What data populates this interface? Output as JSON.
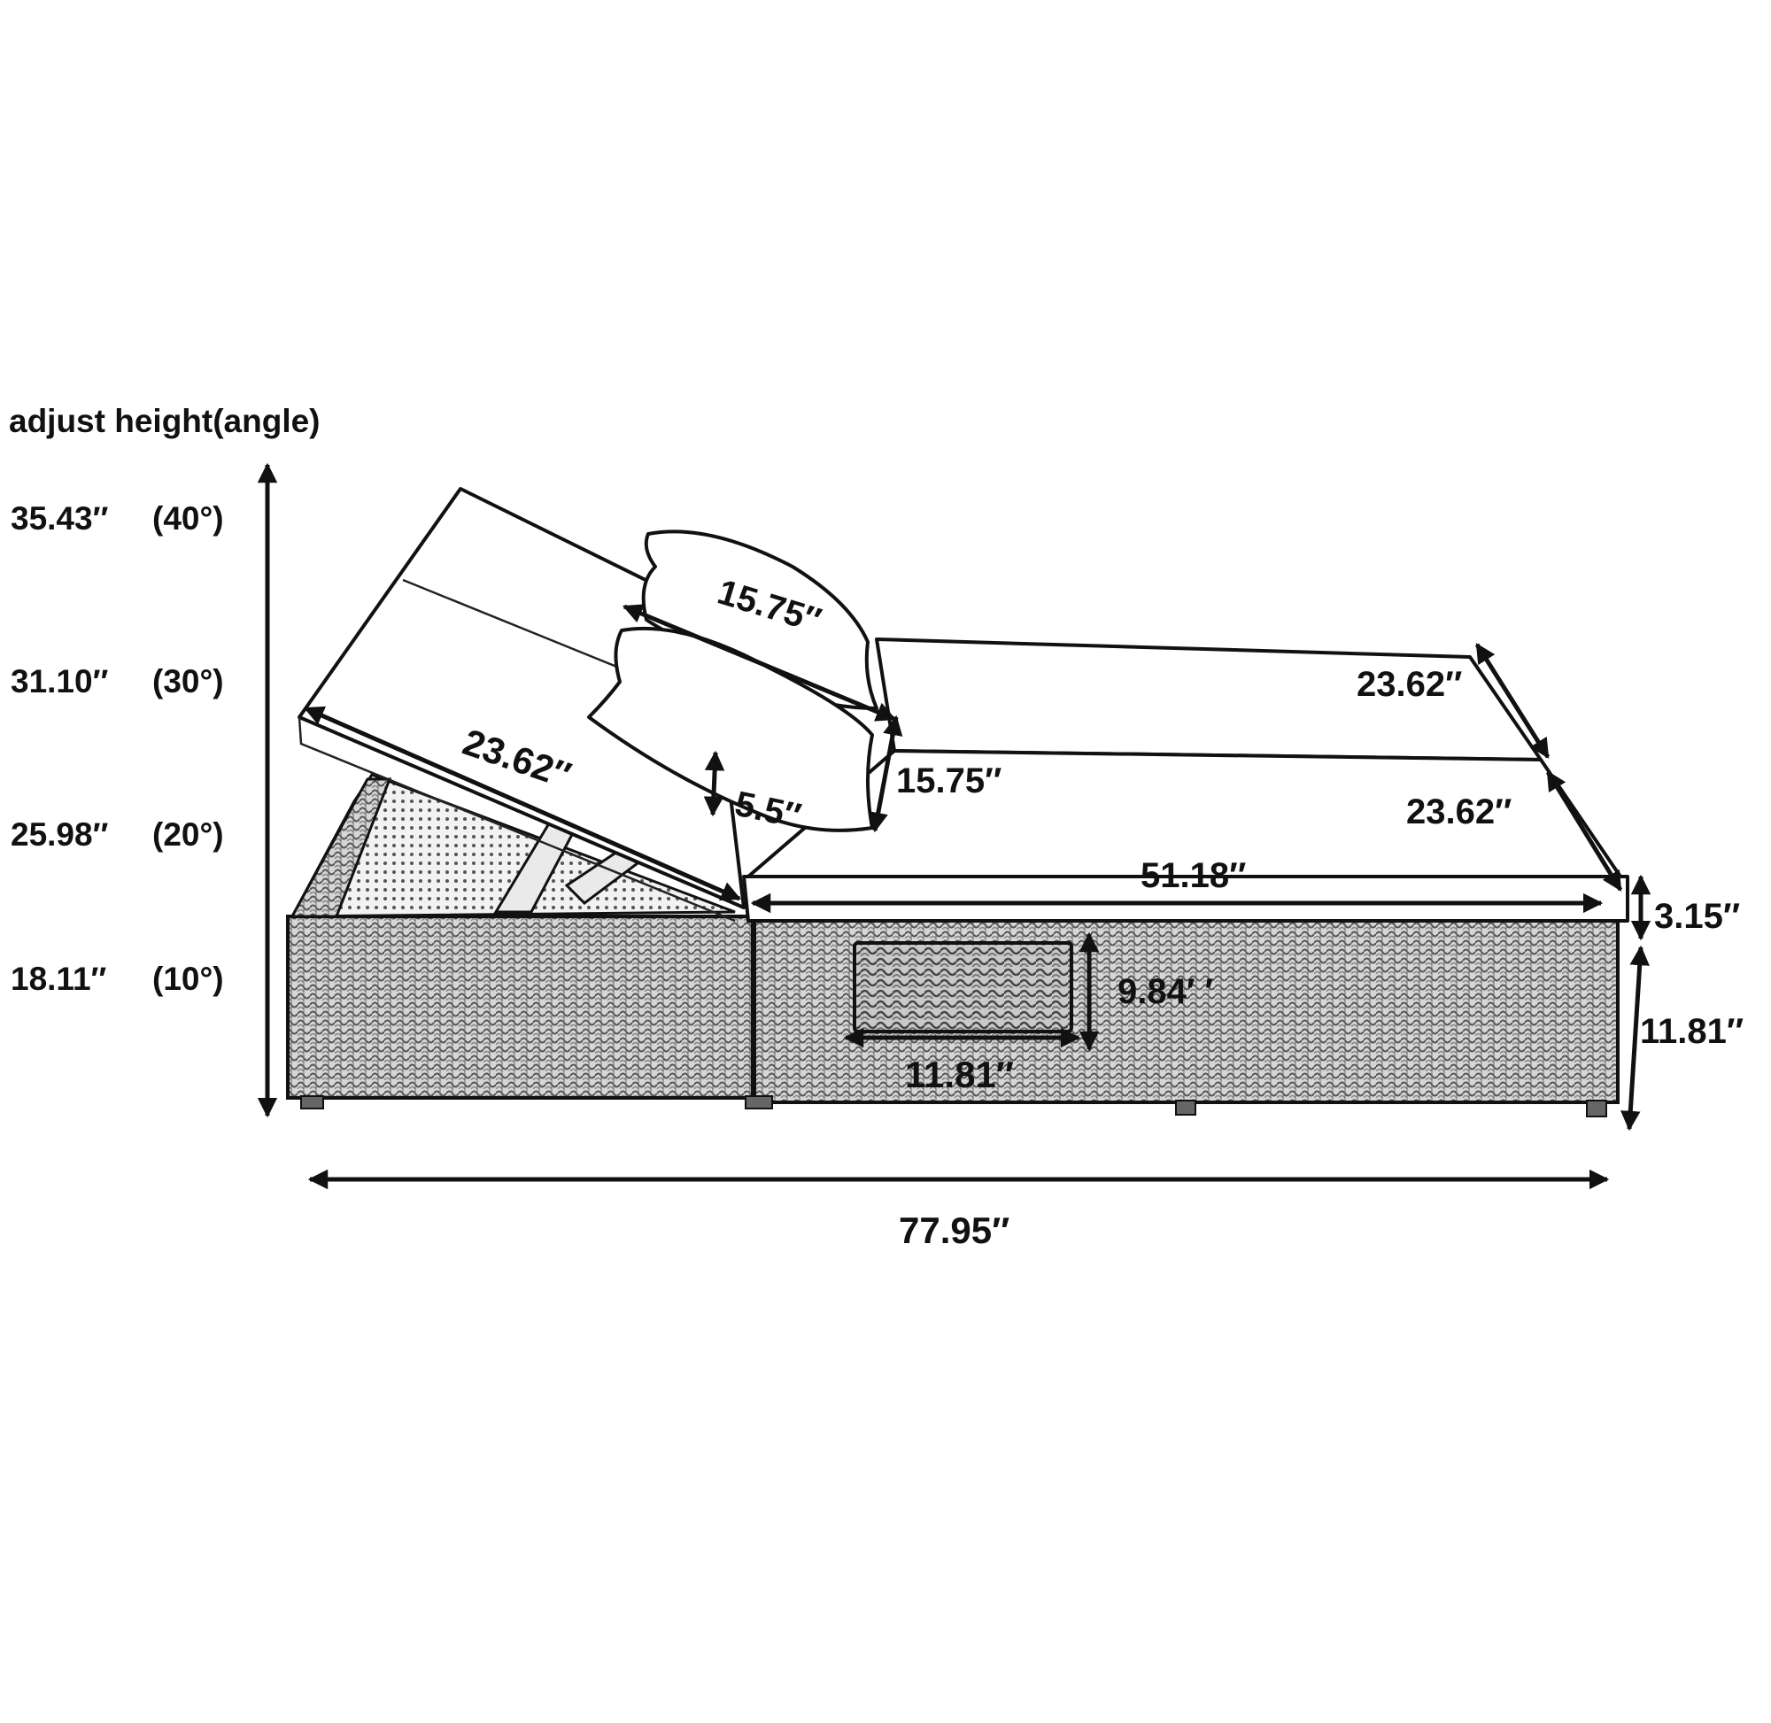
{
  "heading": "adjust height(angle)",
  "heights": [
    {
      "label": "35.43′′",
      "angle": "(40°)"
    },
    {
      "label": "31.10′′",
      "angle": "(30°)"
    },
    {
      "label": "25.98′′",
      "angle": "(20°)"
    },
    {
      "label": "18.11′′",
      "angle": "(10°)"
    }
  ],
  "dimensions": {
    "pillow_top_width": "15.75′′",
    "pillow_height": "15.75′′",
    "pillow_thickness": "5.5′′",
    "backrest_length": "23.62′′",
    "cushion_width_back": "23.62′′",
    "cushion_width_front": "23.62′′",
    "seat_length": "51.18′′",
    "cushion_thickness": "3.15′′",
    "frame_height": "11.81′′",
    "handle_height": "9.84′ ′",
    "handle_width": "11.81′′",
    "total_length": "77.95′′"
  },
  "colors": {
    "line": "#111111",
    "wicker": "#9a9a9a",
    "background": "#ffffff"
  }
}
